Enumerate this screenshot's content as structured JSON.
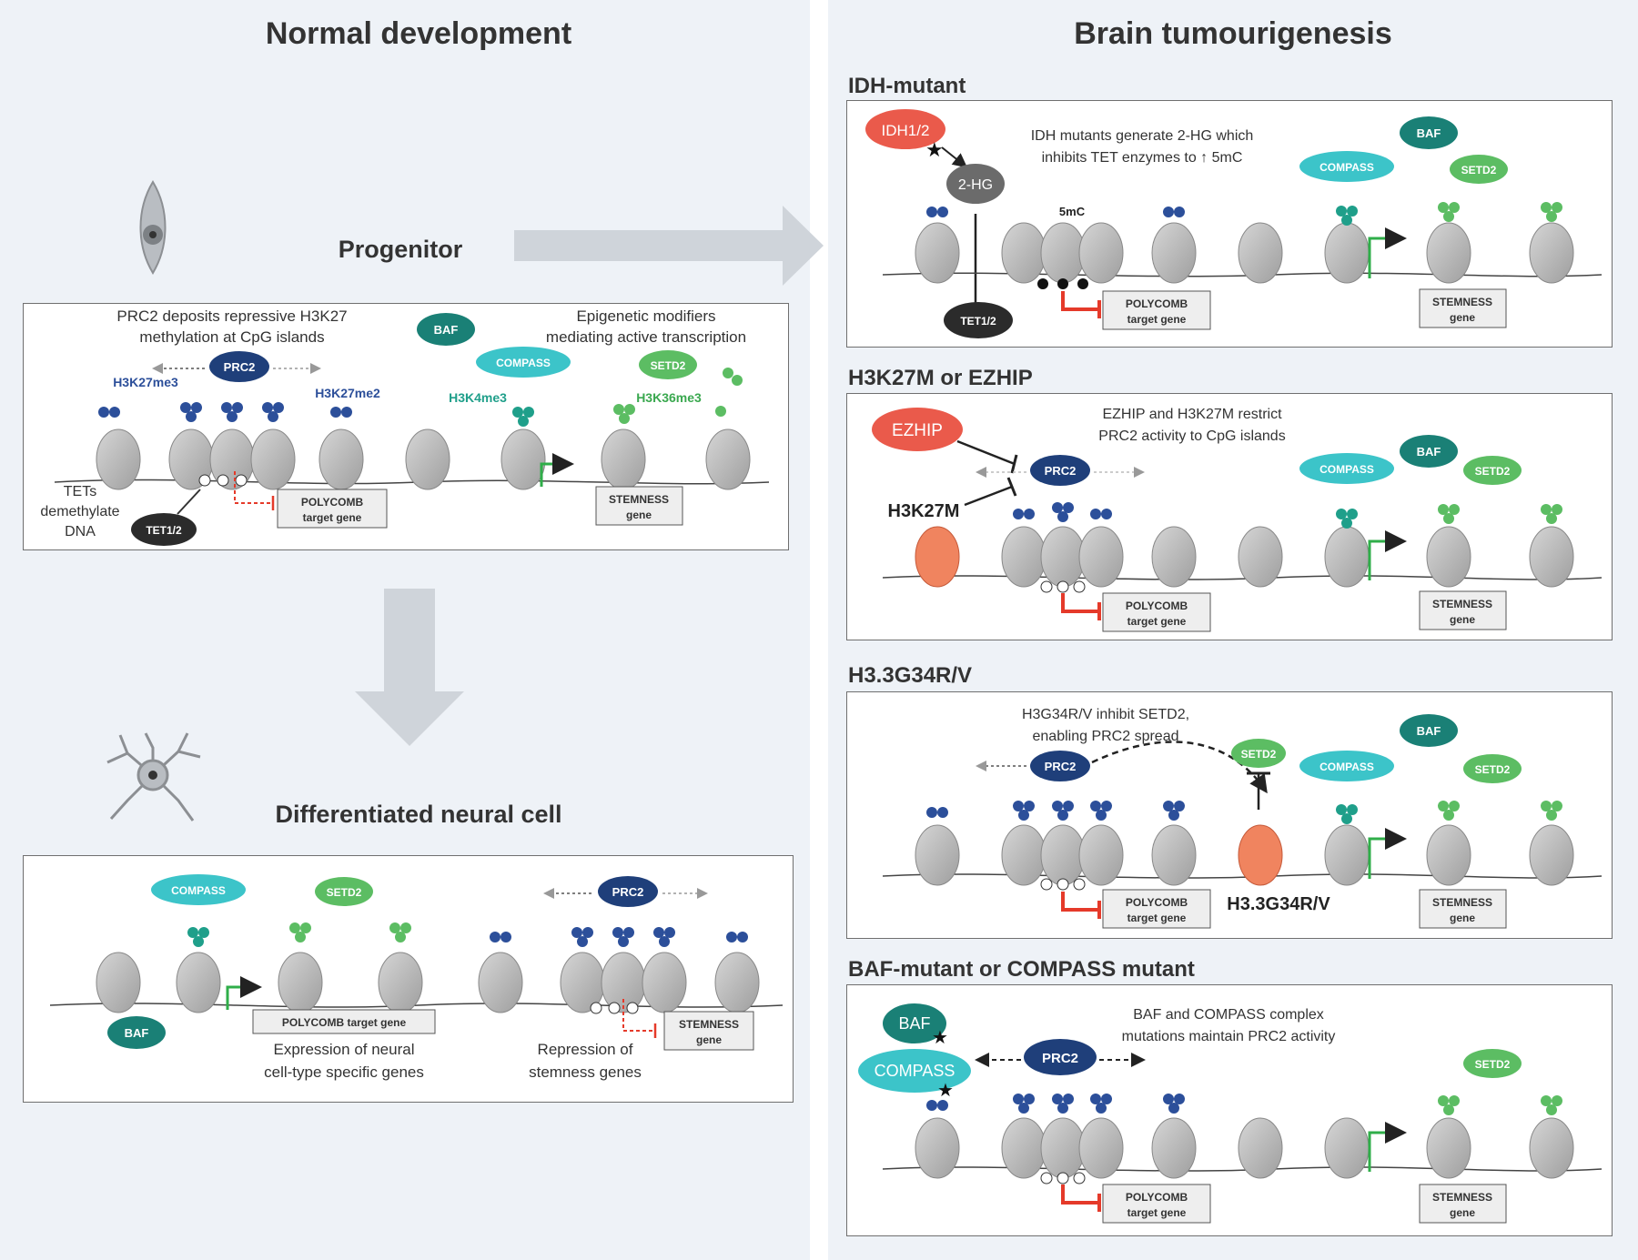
{
  "headers": {
    "left": "Normal development",
    "right": "Brain tumourigenesis"
  },
  "progenitor": {
    "title": "Progenitor",
    "prc2_text": [
      "PRC2 deposits repressive H3K27",
      "methylation at CpG islands"
    ],
    "epi_text": [
      "Epigenetic modifiers",
      "mediating active transcription"
    ],
    "tets_text": [
      "TETs",
      "demethylate",
      "DNA"
    ],
    "marks": {
      "h3k27me3": "H3K27me3",
      "h3k27me2": "H3K27me2",
      "h3k4me3": "H3K4me3",
      "h3k36me3": "H3K36me3"
    }
  },
  "differentiated": {
    "title": "Differentiated neural cell",
    "expr_text": [
      "Expression of neural",
      "cell-type specific genes"
    ],
    "repr_text": [
      "Repression of",
      "stemness genes"
    ],
    "polycomb_label": "POLYCOMB target gene"
  },
  "tumour": {
    "idh": {
      "title": "IDH-mutant",
      "desc": [
        "IDH mutants generate 2-HG which",
        "inhibits TET enzymes to ↑ 5mC"
      ],
      "idh_label": "IDH1/2",
      "hg_label": "2-HG",
      "mc_label": "5mC"
    },
    "h3k27m": {
      "title": "H3K27M or EZHIP",
      "desc": [
        "EZHIP and H3K27M restrict",
        "PRC2 activity to CpG islands"
      ],
      "ezhip_label": "EZHIP",
      "h3k27m_label": "H3K27M"
    },
    "g34": {
      "title": "H3.3G34R/V",
      "desc": [
        "H3G34R/V inhibit SETD2,",
        "enabling PRC2 spread"
      ],
      "g34_label": "H3.3G34R/V"
    },
    "baf": {
      "title": "BAF-mutant or COMPASS mutant",
      "desc": [
        "BAF and COMPASS complex",
        "mutations maintain PRC2 activity"
      ]
    }
  },
  "labels": {
    "prc2": "PRC2",
    "baf": "BAF",
    "compass": "COMPASS",
    "setd2": "SETD2",
    "tet": "TET1/2",
    "polycomb": [
      "POLYCOMB",
      "target gene"
    ],
    "stemness": [
      "STEMNESS",
      "gene"
    ]
  },
  "colors": {
    "background": "#eef2f7",
    "prc2": "#1f3f7a",
    "baf": "#1a8076",
    "compass": "#3cc4c9",
    "setd2": "#5cbd63",
    "nucleosome": "#b5b5b5",
    "repression": "#e53a2a",
    "activation": "#2fae49",
    "idh": "#ea5a4b",
    "mutant_histone": "#f0845f",
    "h3k27me3": "#2c4f9a",
    "h3k36me3": "#3aa84f",
    "h3k4me3": "#1f9f8a"
  }
}
